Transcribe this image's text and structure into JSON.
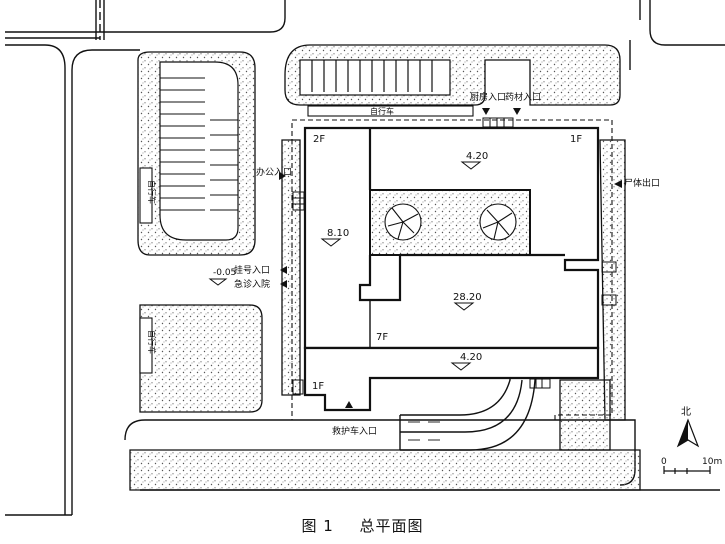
{
  "labels": {
    "kitchen_entry": "厨房入口",
    "drug_entry": "药材入口",
    "office_entry": "办公入口",
    "morgue_exit": "尸体出口",
    "emergency_entry": "挂号入口",
    "inpatient_entry": "急诊入院",
    "ambulance_entry": "救护车入口",
    "bicycle_top": "自行车",
    "bicycle_left1": "自行车",
    "bicycle_left2": "自行车",
    "floor_2f": "2F",
    "floor_1f_top": "1F",
    "floor_7f": "7F",
    "floor_1f_bottom": "1F",
    "elev_top": "4.20",
    "elev_left": "8.10",
    "elev_mid": "28.20",
    "elev_bottom": "4.20",
    "elev_ground": "-0.05",
    "north": "北",
    "scale_zero": "0",
    "scale_ten": "10m"
  },
  "caption": {
    "figure_no": "图 1",
    "title": "总平面图"
  },
  "colors": {
    "ink": "#111111",
    "stipple": "#555555",
    "paper": "#ffffff"
  }
}
